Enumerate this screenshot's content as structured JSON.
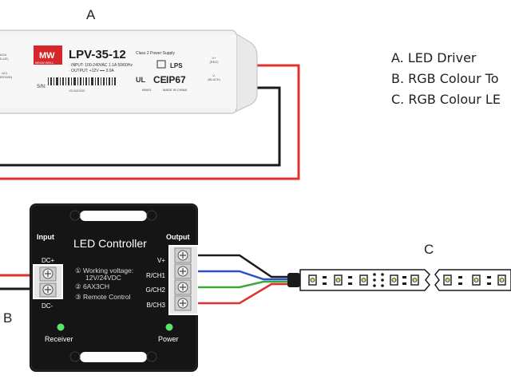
{
  "labels": {
    "a": "A",
    "b": "B",
    "c": "C"
  },
  "legend": [
    "A. LED Driver",
    "B. RGB Colour To",
    "C. RGB Colour LE"
  ],
  "driver": {
    "brand": "MW",
    "brand_sub": "MEAN WELL",
    "model": "LPV-35-12",
    "class_text": "Class 2 Power Supply",
    "input_line": "· INPUT: 100-240VAC  1.1A  50/60Hz",
    "output_line": "· OUTPUT: +12V ━━ 3.0A",
    "lps": "LPS",
    "ce": "CE",
    "ip": "IP67",
    "ul": "UL",
    "sn": "S/N:",
    "sn_code": "•SC640200",
    "made_in": "MADE IN CHINA",
    "code_small": "MW01",
    "left_term_top": "ACN\n(BLUE)",
    "left_term_bottom": "ACL\n(BROWN)",
    "right_term_top": "V+\n(RED)",
    "right_term_bottom": "V-\n(BLACK)"
  },
  "controller": {
    "title": "LED Controller",
    "input_label": "Input",
    "output_label": "Output",
    "dc_plus": "DC+",
    "dc_minus": "DC-",
    "spec1": "① Working voltage:",
    "spec1b": "12V/24VDC",
    "spec2": "② 6AX3CH",
    "spec3": "③ Remote Control",
    "out_labels": [
      "V+",
      "R/CH1",
      "G/CH2",
      "B/CH3"
    ],
    "receiver": "Receiver",
    "power": "Power"
  },
  "colors": {
    "wire_red": "#e0322e",
    "wire_black": "#1a1a1a",
    "wire_blue": "#2a4fcf",
    "wire_green": "#3aa935",
    "led_green": "#5ce36a",
    "controller_body": "#151515"
  }
}
